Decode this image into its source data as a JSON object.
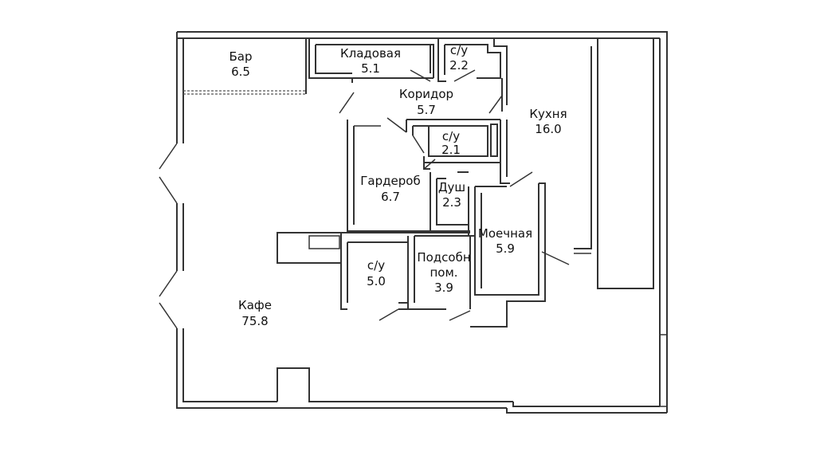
{
  "rooms": {
    "bar": {
      "name": "Бар",
      "area": "6.5"
    },
    "pantry": {
      "name": "Кладовая",
      "area": "5.1"
    },
    "wc1": {
      "name": "с/у",
      "area": "2.2"
    },
    "corridor": {
      "name": "Коридор",
      "area": "5.7"
    },
    "kitchen": {
      "name": "Кухня",
      "area": "16.0"
    },
    "wc2": {
      "name": "с/у",
      "area": "2.1"
    },
    "wardrobe": {
      "name": "Гардероб",
      "area": "6.7"
    },
    "shower": {
      "name": "Душ",
      "area": "2.3"
    },
    "washroom": {
      "name": "Моечная",
      "area": "5.9"
    },
    "wc3": {
      "name": "с/у",
      "area": "5.0"
    },
    "utility": {
      "name": "Подсобн",
      "name2": "пом.",
      "area": "3.9"
    },
    "cafe": {
      "name": "Кафе",
      "area": "75.8"
    }
  }
}
